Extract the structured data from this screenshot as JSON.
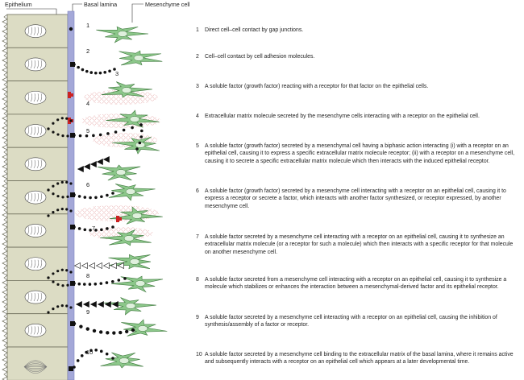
{
  "labels": {
    "epithelium": "Epithelium",
    "basal_lamina": "Basal lamina",
    "mesenchyme_cell": "Mesenchyme cell"
  },
  "colors": {
    "epithelium_fill": "#dcdcc4",
    "nucleus_fill": "#ffffff",
    "basal_lamina": "#a4a8d8",
    "mesenchyme_fill": "#8cc78a",
    "receptor_red": "#cc2222",
    "molecule_dots": "#111111"
  },
  "interactions": [
    {
      "num": "1",
      "text": "Direct cell–cell contact by gap junctions."
    },
    {
      "num": "2",
      "text": "Cell–cell contact by cell adhesion molecules."
    },
    {
      "num": "3",
      "text": "A soluble factor (growth factor) reacting with a receptor for that factor on the epithelial cells."
    },
    {
      "num": "4",
      "text": "Extracellular matrix molecule secreted by the mesenchyme cells interacting with a receptor on the epithelial cell."
    },
    {
      "num": "5",
      "text": "A soluble factor (growth factor) secreted by a mesenchymal cell having a biphasic action interacting (i) with a receptor on an epithelial cell, causing it to express a specific extracellular matrix molecule receptor; (ii) with a receptor on a mesenchyme cell, causing it to secrete a specific extracellular matrix molecule which then interacts with the induced epithelial receptor."
    },
    {
      "num": "6",
      "text": "A soluble factor (growth factor) secreted by a mesenchyme cell interacting with a receptor on an epithelial cell, causing it to express a receptor or secrete a factor, which interacts with another factor synthesized, or receptor expressed, by another mesenchyme cell."
    },
    {
      "num": "7",
      "text": "A soluble factor secreted by a mesenchyme cell interacting with a receptor on an epithelial cell, causing it to synthesize an extracellular matrix molecule (or a receptor for such a molecule) which then interacts with a specific receptor for that molecule on another mesenchyme cell."
    },
    {
      "num": "8",
      "text": "A soluble factor secreted from a mesenchyme cell interacting with a receptor on an epithelial cell, causing it to synthesize a molecule which stabilizes or enhances the interaction between a mesenchymal-derived factor and its epithelial receptor."
    },
    {
      "num": "9",
      "text": "A soluble factor secreted by a mesenchyme cell interacting with a receptor on an epithelial cell, causing the inhibition of synthesis/assembly of a factor or receptor."
    },
    {
      "num": "10",
      "text": "A soluble factor secreted by a mesenchyme cell binding to the extracellular matrix of the basal lamina, where it remains active and subsequently interacts with a receptor on an epithelial cell which appears at a later developmental time."
    }
  ]
}
